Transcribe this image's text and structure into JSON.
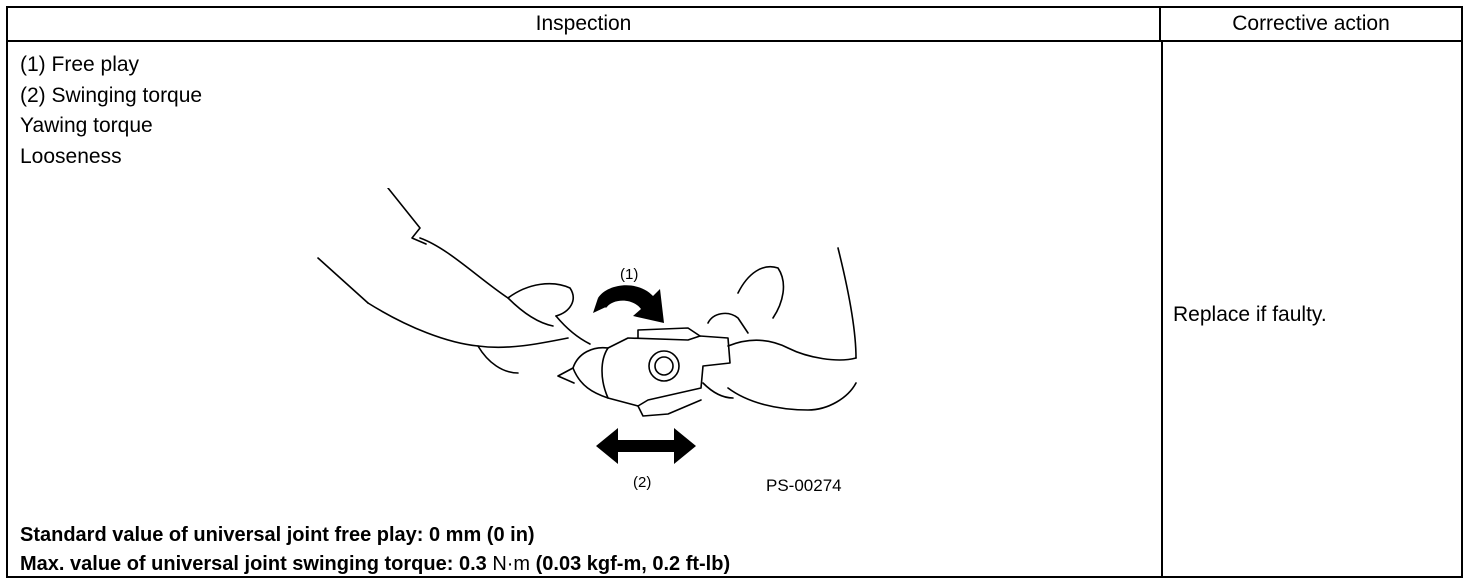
{
  "table": {
    "headers": {
      "inspection": "Inspection",
      "corrective_action": "Corrective action"
    },
    "items": [
      "(1) Free play",
      "(2) Swinging torque",
      "Yawing torque",
      "Looseness"
    ],
    "figure": {
      "label_1": "(1)",
      "label_2": "(2)",
      "code": "PS-00274"
    },
    "specs": {
      "line1": "Standard value of universal joint free play: 0 mm (0 in)",
      "line2_pre": "Max. value of universal joint swinging torque: 0.3 ",
      "line2_unit": "N·m",
      "line2_post": " (0.03 kgf-m, 0.2 ft-lb)"
    },
    "action": "Replace if faulty."
  }
}
